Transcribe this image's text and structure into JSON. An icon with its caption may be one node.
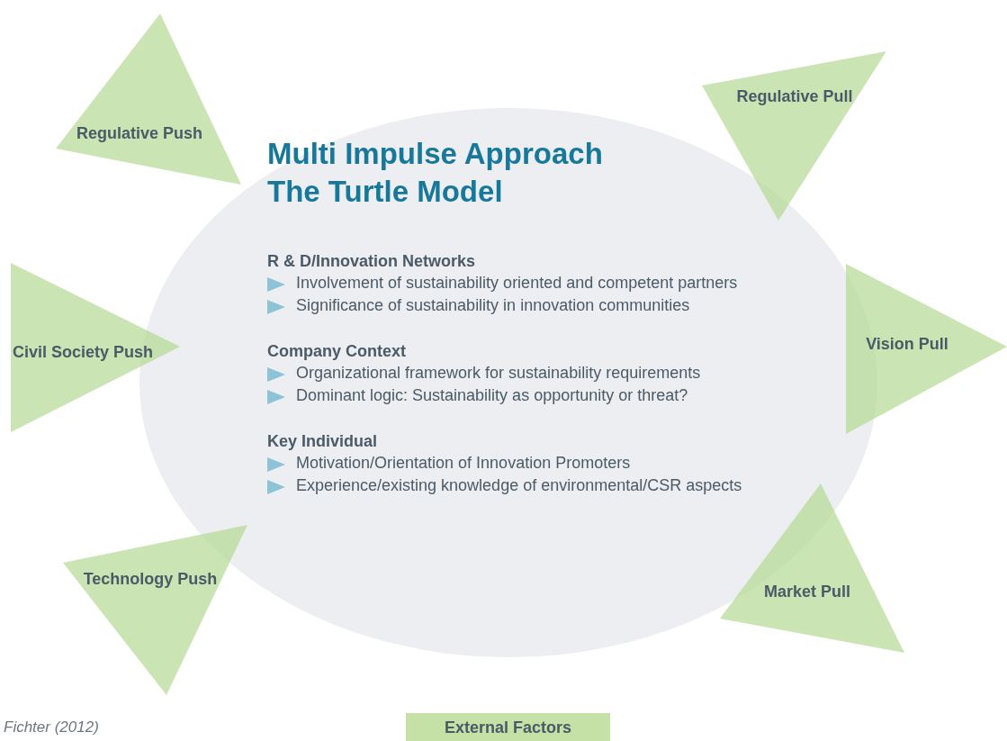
{
  "diagram": {
    "nodes": [
      {
        "text": [
          "Multi Impulse Approach The Turtle Model",
          "R & D/Innovation Networks",
          "Involvement of sustainability oriented and competent partners",
          "Significance of sustainability in innovation communities",
          "Company Context",
          "Organizational framework for sustainability requirements",
          "Dominant logic: Sustainability as opportunity or threat?",
          "Key Individual",
          "Motivation/Orientation of Innovation Promoters",
          "Experience/existing knowledge of environmental/CSR aspects"
        ]
      },
      {
        "text": [
          "Regulative Push"
        ]
      },
      {
        "text": [
          "Regulative Pull"
        ]
      },
      {
        "text": [
          "Civil Society Push"
        ]
      },
      {
        "text": [
          "Vision Pull"
        ]
      },
      {
        "text": [
          "Technology Push"
        ]
      },
      {
        "text": [
          "Market Pull"
        ]
      }
    ],
    "edges": [],
    "labels": [
      "Fichter (2012)"
    ],
    "legend": [
      {
        "text": "External Factors",
        "color": "#c5e1a5"
      }
    ]
  }
}
